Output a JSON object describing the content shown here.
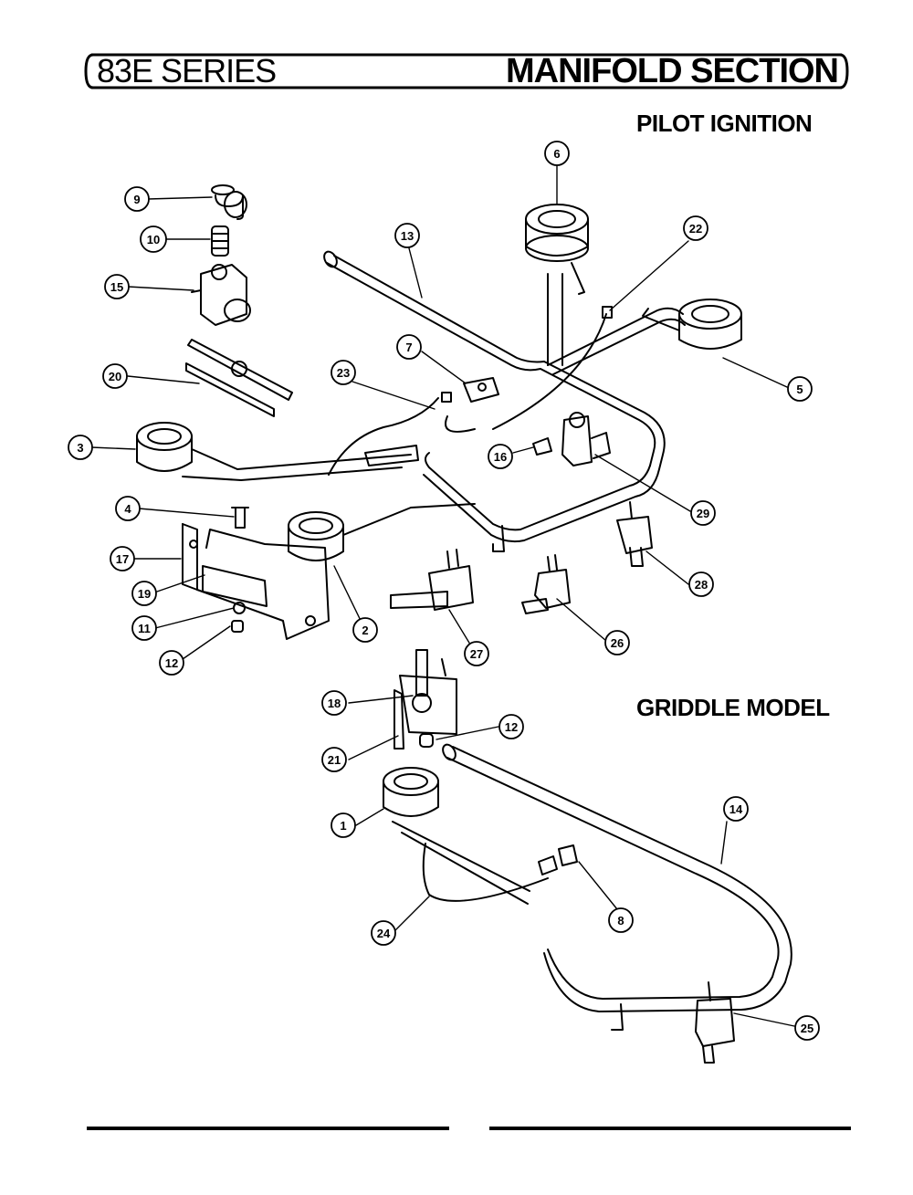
{
  "header": {
    "series": "83E SERIES",
    "section": "MANIFOLD SECTION"
  },
  "subtitles": {
    "top": "PILOT IGNITION",
    "middle": "GRIDDLE MODEL"
  },
  "callouts": [
    "1",
    "2",
    "3",
    "4",
    "5",
    "6",
    "7",
    "8",
    "9",
    "10",
    "11",
    "12",
    "12",
    "13",
    "14",
    "15",
    "16",
    "17",
    "18",
    "19",
    "20",
    "21",
    "22",
    "23",
    "24",
    "25",
    "26",
    "27",
    "28",
    "29"
  ],
  "colors": {
    "ink": "#000000",
    "paper": "#ffffff"
  }
}
